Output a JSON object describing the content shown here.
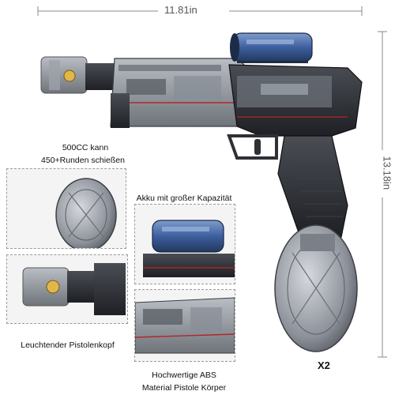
{
  "dimensions": {
    "width_label": "11.81in",
    "height_label": "13.18in"
  },
  "callouts": {
    "capacity_line1": "500CC kann",
    "capacity_line2": "450+Runden schießen",
    "battery_label": "Akku mit großer Kapazität",
    "head_label": "Leuchtender Pistolenkopf",
    "body_line1": "Hochwertige ABS",
    "body_line2": "Material Pistole Körper",
    "quantity": "X2"
  },
  "colors": {
    "shell_dark": "#2e3036",
    "shell_clear": "#9aa0a8",
    "scope_blue": "#3d5f9e",
    "accent_red": "#b3262b",
    "dim_line": "#8a8a8a"
  },
  "icons": [
    "gel-blaster-product",
    "scope-sight",
    "drum-magazine"
  ]
}
